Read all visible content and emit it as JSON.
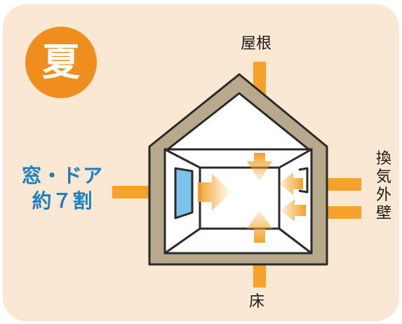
{
  "season": "夏",
  "labels": {
    "roof": "屋根",
    "floor": "床",
    "vent_wall": [
      "換",
      "気",
      "外",
      "壁"
    ],
    "window_door_line1": "窓・ドア",
    "window_door_line2": "約７割"
  },
  "colors": {
    "background": "#fbe8d3",
    "badge": "#f08d1f",
    "arrow": "#f5a12a",
    "wall": "#b8a98c",
    "window_glass": "#7cc3ea",
    "window_text": "#1e7fc0"
  },
  "icons": [
    "house-cross-section",
    "window-icon",
    "door-icon",
    "heat-flow-arrows"
  ]
}
